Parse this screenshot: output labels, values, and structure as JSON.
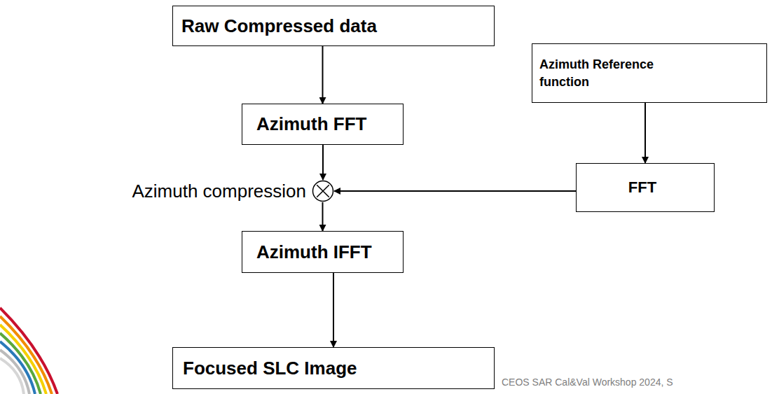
{
  "diagram": {
    "nodes": [
      {
        "text": [
          "Raw Compressed data"
        ]
      },
      {
        "text": [
          "Azimuth FFT"
        ]
      },
      {
        "text": [
          "Azimuth Reference function"
        ]
      },
      {
        "text": [
          "FFT"
        ]
      },
      {
        "text": [
          "Azimuth compression"
        ]
      },
      {
        "text": [
          "Azimuth IFFT"
        ]
      },
      {
        "text": [
          "Focused SLC Image"
        ]
      }
    ],
    "edges": [
      {
        "from": 0,
        "to": 1,
        "arrow": "to"
      },
      {
        "from": 1,
        "to": 4,
        "arrow": "to"
      },
      {
        "from": 2,
        "to": 3,
        "arrow": "to"
      },
      {
        "from": 3,
        "to": 4,
        "arrow": "to"
      },
      {
        "from": 4,
        "to": 5,
        "arrow": "to"
      },
      {
        "from": 5,
        "to": 6,
        "arrow": "to"
      }
    ],
    "labels": [
      "CEOS SAR Cal&Val Workshop 2024, S"
    ]
  }
}
